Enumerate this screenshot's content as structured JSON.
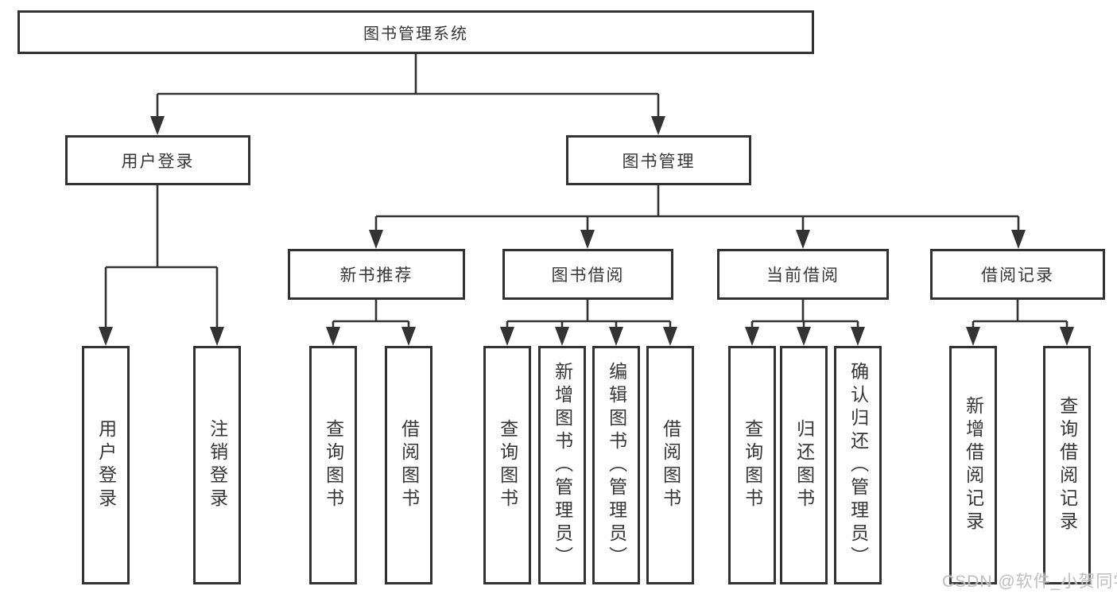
{
  "diagram": {
    "watermark": "CSDN @软件_小贺同学",
    "colors": {
      "line": "#333333",
      "box_border": "#323232",
      "text": "#363636",
      "background": "#ffffff",
      "watermark": "#bababa"
    },
    "tree": {
      "root": {
        "label": "图书管理系统"
      },
      "branches": [
        {
          "label": "用户登录",
          "children": [
            {
              "label": "用户登录"
            },
            {
              "label": "注销登录"
            }
          ]
        },
        {
          "label": "图书管理",
          "children": [
            {
              "label": "新书推荐",
              "children": [
                {
                  "label": "查询图书"
                },
                {
                  "label": "借阅图书"
                }
              ]
            },
            {
              "label": "图书借阅",
              "children": [
                {
                  "label": "查询图书"
                },
                {
                  "label": "新增图书（管理员）"
                },
                {
                  "label": "编辑图书（管理员）"
                },
                {
                  "label": "借阅图书"
                }
              ]
            },
            {
              "label": "当前借阅",
              "children": [
                {
                  "label": "查询图书"
                },
                {
                  "label": "归还图书"
                },
                {
                  "label": "确认归还（管理员）"
                }
              ]
            },
            {
              "label": "借阅记录",
              "children": [
                {
                  "label": "新增借阅记录"
                },
                {
                  "label": "查询借阅记录"
                }
              ]
            }
          ]
        }
      ]
    }
  }
}
